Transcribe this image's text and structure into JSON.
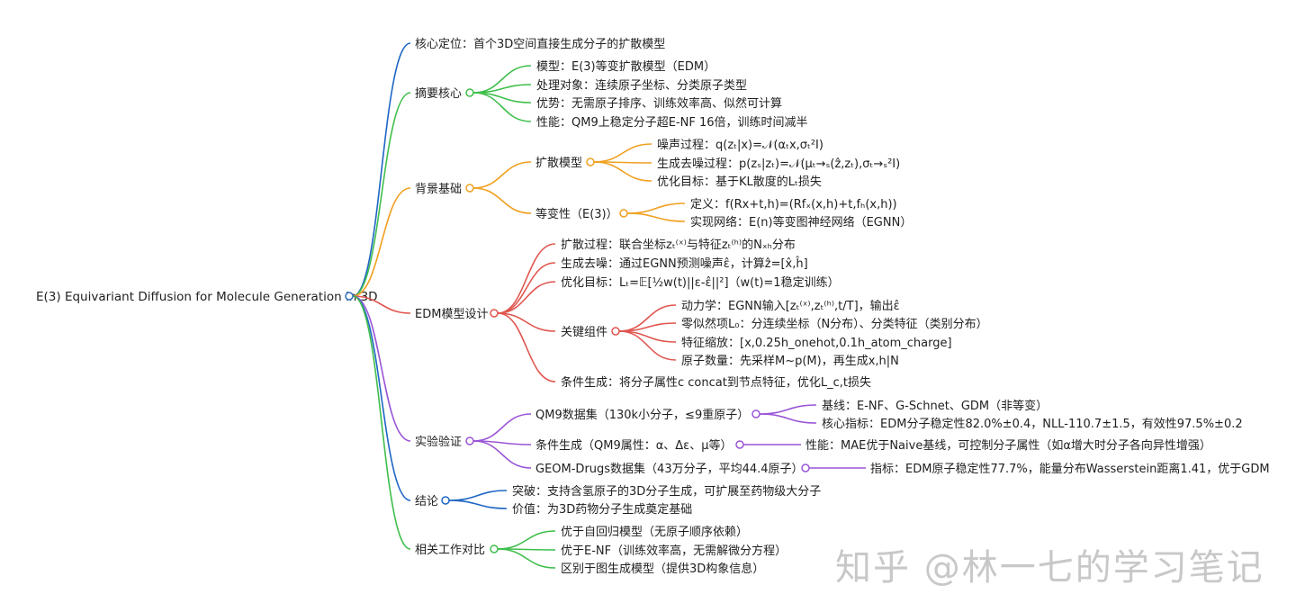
{
  "colors": {
    "root": "#2f6fbf",
    "blue": "#1f66c4",
    "green": "#3fbf4c",
    "orange": "#f0a020",
    "red": "#e0554f",
    "purple": "#9a55d6"
  },
  "watermark": "知乎 @林一七的学习笔记",
  "root": "E(3) Equivariant Diffusion for Molecule Generation in 3D",
  "branches": {
    "b1": {
      "label": "核心定位：首个3D空间直接生成分子的扩散模型"
    },
    "b2": {
      "label": "摘要核心",
      "children": [
        "模型：E(3)等变扩散模型（EDM）",
        "处理对象：连续原子坐标、分类原子类型",
        "优势：无需原子排序、训练效率高、似然可计算",
        "性能：QM9上稳定分子超E-NF 16倍，训练时间减半"
      ]
    },
    "b3": {
      "label": "背景基础",
      "c1": {
        "label": "扩散模型",
        "children": [
          "噪声过程：q(zₜ|x)=𝒩(αₜx,σₜ²I)",
          "生成去噪过程：p(zₛ|zₜ)=𝒩(μₜ→ₛ(ẑ,zₜ),σₜ→ₛ²I)",
          "优化目标：基于KL散度的Lₜ损失"
        ]
      },
      "c2": {
        "label": "等变性（E(3)）",
        "children": [
          "定义：f(Rx+t,h)=(Rfₓ(x,h)+t,fₕ(x,h))",
          "实现网络：E(n)等变图神经网络（EGNN）"
        ]
      }
    },
    "b4": {
      "label": "EDM模型设计",
      "children": [
        "扩散过程：联合坐标zₜ⁽ˣ⁾与特征zₜ⁽ʰ⁾的Nₓₕ分布",
        "生成去噪：通过EGNN预测噪声ε̂，计算ẑ=[x̂,ĥ]",
        "优化目标：Lₜ=𝔼[½w(t)||ε-ε̂||²]（w(t)=1稳定训练）"
      ],
      "key": {
        "label": "关键组件",
        "children": [
          "动力学：EGNN输入[zₜ⁽ˣ⁾,zₜ⁽ʰ⁾,t/T]，输出ε̂",
          "零似然项L₀：分连续坐标（N分布）、分类特征（类别分布）",
          "特征缩放：[x,0.25h_onehot,0.1h_atom_charge]",
          "原子数量：先采样M~p(M)，再生成x,h|N"
        ]
      },
      "cond": "条件生成：将分子属性c concat到节点特征，优化L_c,t损失"
    },
    "b5": {
      "label": "实验验证",
      "c1": {
        "label": "QM9数据集（130k小分子，≤9重原子）",
        "children": [
          "基线：E-NF、G-Schnet、GDM（非等变）",
          "核心指标：EDM分子稳定性82.0%±0.4，NLL-110.7±1.5，有效性97.5%±0.2"
        ]
      },
      "c2": {
        "label": "条件生成（QM9属性：α、Δε、μ等）",
        "children": [
          "性能：MAE优于Naive基线，可控制分子属性（如α增大时分子各向异性增强）"
        ]
      },
      "c3": {
        "label": "GEOM-Drugs数据集（43万分子，平均44.4原子）",
        "children": [
          "指标：EDM原子稳定性77.7%，能量分布Wasserstein距离1.41，优于GDM"
        ]
      }
    },
    "b6": {
      "label": "结论",
      "children": [
        "突破：支持含氢原子的3D分子生成，可扩展至药物级大分子",
        "价值：为3D药物分子生成奠定基础"
      ]
    },
    "b7": {
      "label": "相关工作对比",
      "children": [
        "优于自回归模型（无原子顺序依赖）",
        "优于E-NF（训练效率高，无需解微分方程）",
        "区别于图生成模型（提供3D构象信息）"
      ]
    }
  }
}
